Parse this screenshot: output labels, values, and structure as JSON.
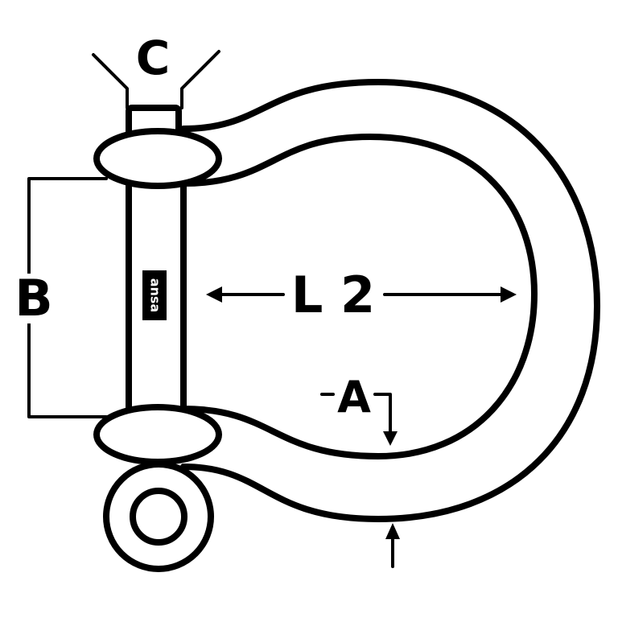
{
  "diagram": {
    "colors": {
      "line": "#000000",
      "background": "#ffffff",
      "brand_plate": "#000000",
      "brand_text": "#ffffff"
    },
    "labels": {
      "c": "C",
      "b": "B",
      "l2": "L 2",
      "a": "A"
    },
    "brand_mark": "ansa"
  }
}
